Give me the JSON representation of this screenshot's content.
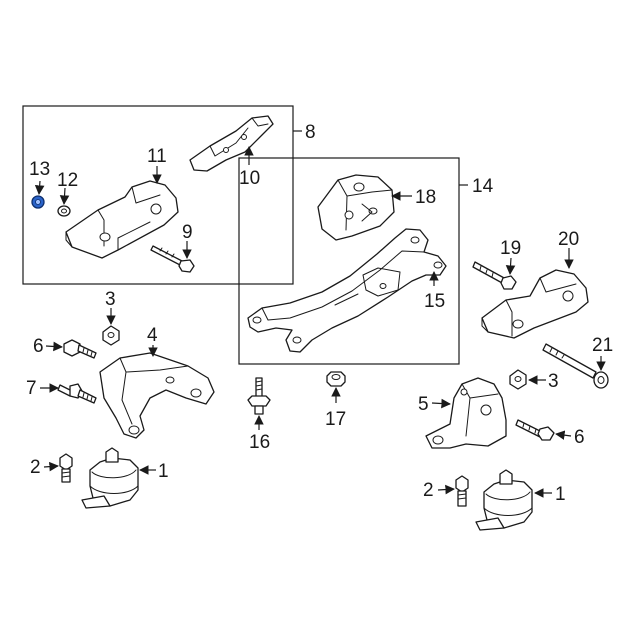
{
  "callouts": {
    "n1": "1",
    "n2": "2",
    "n3": "3",
    "n4": "4",
    "n5": "5",
    "n6": "6",
    "n7": "7",
    "n8": "8",
    "n9": "9",
    "n10": "10",
    "n11": "11",
    "n12": "12",
    "n13": "13",
    "n14": "14",
    "n15": "15",
    "n16": "16",
    "n17": "17",
    "n18": "18",
    "n19": "19",
    "n20": "20",
    "n21": "21"
  },
  "colors": {
    "highlight": "#2a63c9",
    "line": "#1a1a1a",
    "background": "#ffffff"
  }
}
